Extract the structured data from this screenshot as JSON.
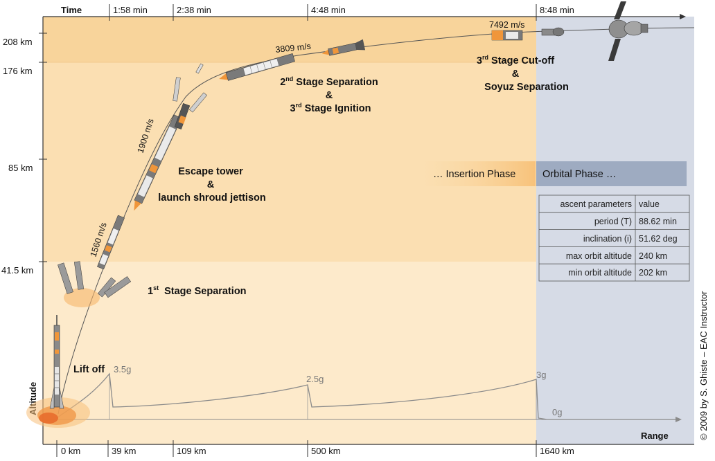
{
  "axes": {
    "time_title": "Time",
    "altitude_title": "Altitude",
    "range_title": "Range",
    "time_ticks": [
      "1:58 min",
      "2:38 min",
      "4:48 min",
      "8:48 min"
    ],
    "altitude_ticks": [
      "208 km",
      "176 km",
      "85 km",
      "41.5 km"
    ],
    "range_ticks": [
      "0 km",
      "39 km",
      "109 km",
      "500 km",
      "1640 km"
    ]
  },
  "events": {
    "liftoff": "Lift off",
    "first_stage_sep_pre": "1",
    "first_stage_sep_sup": "st",
    "first_stage_sep_post": "Stage Separation",
    "escape_line1": "Escape tower",
    "escape_line2": "&",
    "escape_line3": "launch shroud jettison",
    "second_sep_line1_pre": "2",
    "second_sep_line1_sup": "nd",
    "second_sep_line1_post": " Stage Separation",
    "second_sep_line2": "&",
    "second_sep_line3_pre": "3",
    "second_sep_line3_sup": "rd",
    "second_sep_line3_post": " Stage Ignition",
    "third_cutoff_line1_pre": "3",
    "third_cutoff_line1_sup": "rd",
    "third_cutoff_line1_post": " Stage Cut-off",
    "third_cutoff_line2": "&",
    "third_cutoff_line3": "Soyuz Separation"
  },
  "velocities": [
    "1560 m/s",
    "1900 m/s",
    "3809 m/s",
    "7492 m/s"
  ],
  "gforces": [
    "3.5g",
    "2.5g",
    "3g",
    "0g"
  ],
  "phases": {
    "insertion": "… Insertion Phase",
    "orbital": "Orbital Phase …"
  },
  "table": {
    "header": [
      "ascent parameters",
      "value"
    ],
    "rows": [
      [
        "period (T)",
        "88.62 min"
      ],
      [
        "inclination (i)",
        "51.62 deg"
      ],
      [
        "max orbit altitude",
        "240 km"
      ],
      [
        "min orbit altitude",
        "202 km"
      ]
    ]
  },
  "credit": "© 2009 by S. Ghiste – EAC Instructor",
  "colors": {
    "band_top": "#f8d49b",
    "band_mid": "#fbdfb2",
    "band_low": "#fdeacb",
    "orbital_bg": "#d6dbe6",
    "orbital_box": "#9eabc1",
    "accent_orange": "#f0963a"
  }
}
